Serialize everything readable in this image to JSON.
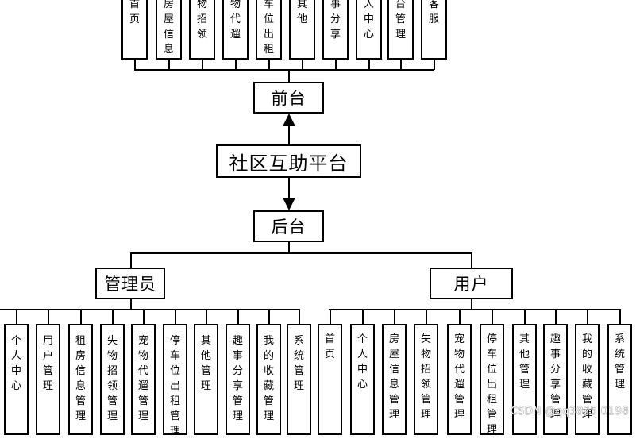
{
  "root": {
    "label": "社区互助平台"
  },
  "frontend": {
    "label": "前台",
    "items": [
      "首页",
      "房屋信息",
      "物招领",
      "物代遛",
      "车位出租",
      "其他",
      "事分享",
      "人中心",
      "台管理",
      "客服"
    ]
  },
  "backend": {
    "label": "后台",
    "admin": {
      "label": "管理员",
      "items": [
        "个人中心",
        "用户管理",
        "租房信息管理",
        "失物招领管理",
        "宠物代遛管理",
        "停车位出租管理",
        "其他管理",
        "趣事分享管理",
        "我的收藏管理",
        "系统管理"
      ]
    },
    "user": {
      "label": "用户",
      "items": [
        "首页",
        "个人中心",
        "房屋信息管理",
        "失物招领管理",
        "宠物代遛管理",
        "停车位出租管理",
        "其他管理",
        "趣事分享管理",
        "我的收藏管理",
        "系统管理"
      ]
    }
  },
  "watermark": "CSDN @qq3825 0198"
}
